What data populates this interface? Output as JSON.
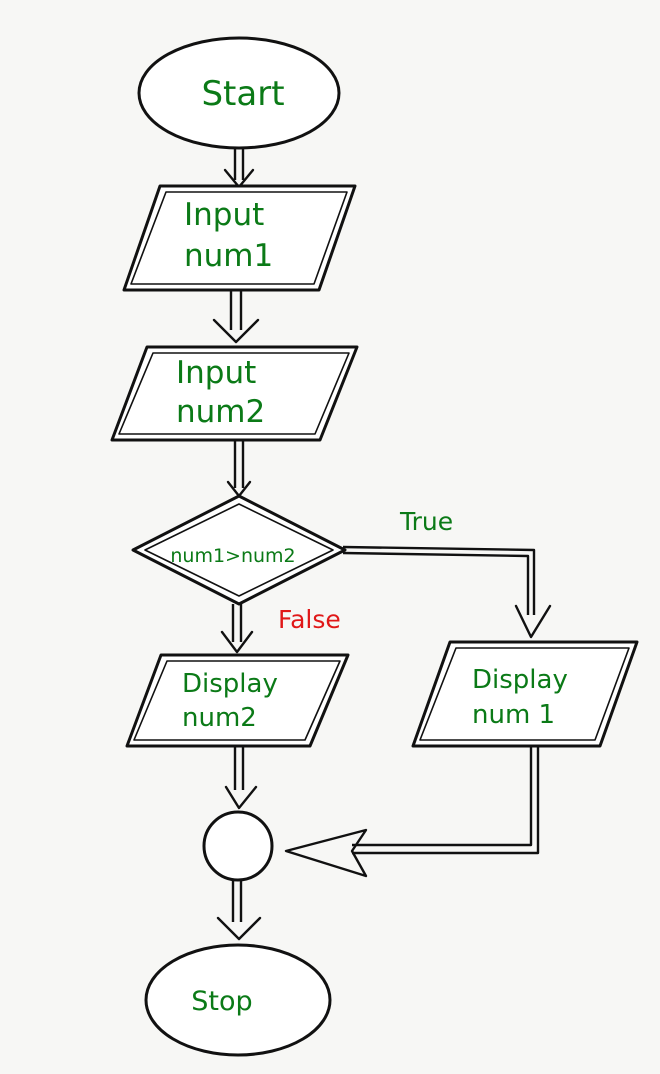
{
  "nodes": {
    "start": {
      "text": "Start"
    },
    "input_num1": {
      "line1": "Input",
      "line2": "num1"
    },
    "input_num2": {
      "line1": "Input",
      "line2": "num2"
    },
    "decision": {
      "text": "num1>num2"
    },
    "display_num2": {
      "line1": "Display",
      "line2": "num2"
    },
    "display_num1": {
      "line1": "Display",
      "line2": "num 1"
    },
    "stop": {
      "text": "Stop"
    }
  },
  "edges": {
    "true_label": "True",
    "false_label": "False"
  },
  "colors": {
    "node_text": "#0b7a17",
    "false_text": "#e01818",
    "stroke": "#111111",
    "background": "#f7f7f5"
  }
}
